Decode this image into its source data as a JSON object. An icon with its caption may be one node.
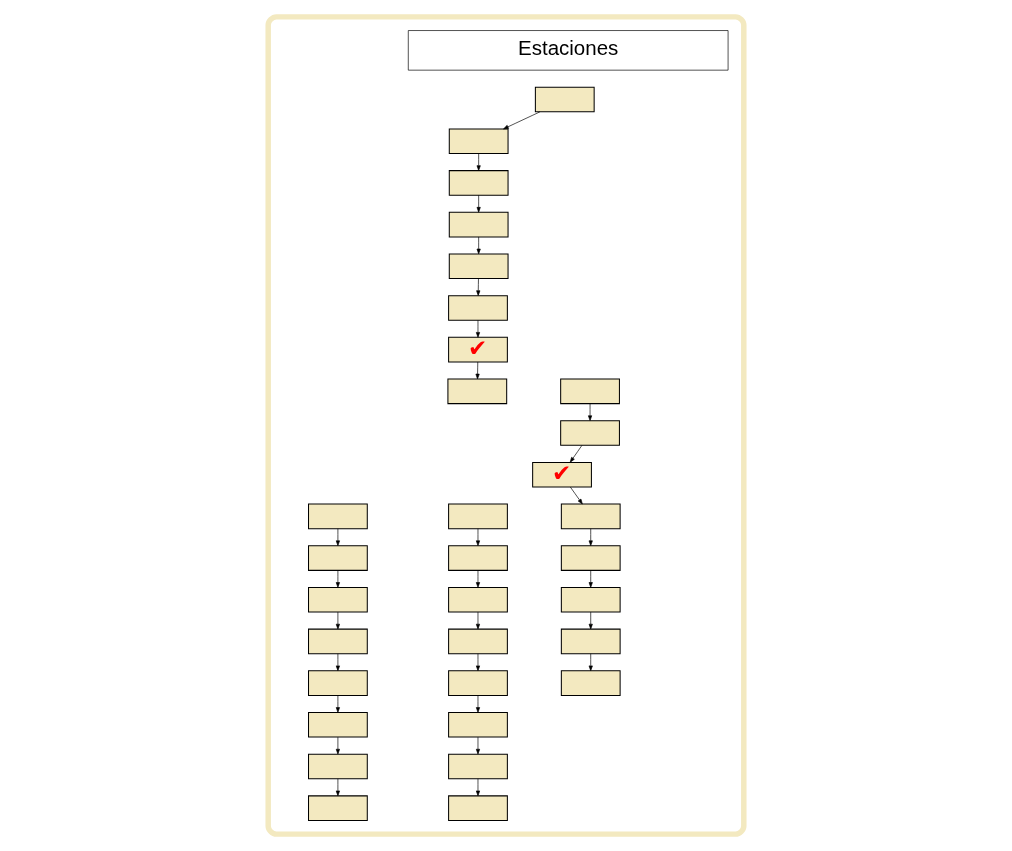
{
  "diagram": {
    "nodes": [
      {
        "text": [],
        "shape": "box"
      },
      {
        "text": [
          "Estaciones"
        ],
        "in": 0
      },
      {
        "text": [],
        "shape": "box",
        "in": 0
      },
      {
        "text": [],
        "shape": "box",
        "in": 0
      },
      {
        "text": [],
        "shape": "box",
        "in": 0
      },
      {
        "text": [],
        "shape": "box",
        "in": 0
      },
      {
        "text": [],
        "shape": "box",
        "in": 0
      },
      {
        "text": [],
        "shape": "box",
        "in": 0
      },
      {
        "text": [
          "✔"
        ],
        "in": 0
      },
      {
        "text": [],
        "shape": "box",
        "in": 0
      },
      {
        "text": [],
        "shape": "box",
        "in": 0
      },
      {
        "text": [],
        "shape": "box",
        "in": 0
      },
      {
        "text": [],
        "shape": "box",
        "in": 0
      },
      {
        "text": [],
        "shape": "box",
        "in": 0
      },
      {
        "text": [],
        "shape": "box",
        "in": 0
      },
      {
        "text": [],
        "shape": "box",
        "in": 0
      },
      {
        "text": [],
        "shape": "box",
        "in": 0
      },
      {
        "text": [],
        "shape": "box",
        "in": 0
      },
      {
        "text": [],
        "shape": "box",
        "in": 0
      },
      {
        "text": [],
        "shape": "box",
        "in": 0
      },
      {
        "text": [
          "✔"
        ],
        "in": 0
      },
      {
        "text": [],
        "shape": "box",
        "in": 0
      },
      {
        "text": [],
        "shape": "box",
        "in": 0
      },
      {
        "text": [],
        "shape": "box",
        "in": 0
      },
      {
        "text": [],
        "shape": "box",
        "in": 0
      },
      {
        "text": [],
        "shape": "box",
        "in": 0
      },
      {
        "text": [],
        "shape": "box",
        "in": 0
      },
      {
        "text": [],
        "shape": "box",
        "in": 0
      },
      {
        "text": [],
        "shape": "box",
        "in": 0
      },
      {
        "text": [],
        "shape": "box",
        "in": 0
      },
      {
        "text": [],
        "shape": "box",
        "in": 0
      },
      {
        "text": [],
        "shape": "box",
        "in": 0
      },
      {
        "text": [],
        "shape": "box",
        "in": 0
      },
      {
        "text": [],
        "shape": "box",
        "in": 0
      }
    ],
    "edges": [
      {
        "from": 2,
        "to": 3,
        "arrow": "to"
      },
      {
        "from": 3,
        "to": 4,
        "arrow": "to"
      },
      {
        "from": 4,
        "to": 5,
        "arrow": "to"
      },
      {
        "from": 5,
        "to": 6,
        "arrow": "to"
      },
      {
        "from": 6,
        "to": 7,
        "arrow": "to"
      },
      {
        "from": 7,
        "to": 8,
        "arrow": "to"
      },
      {
        "from": 8,
        "to": 9,
        "arrow": "to"
      },
      {
        "from": 10,
        "to": 11,
        "arrow": "to"
      },
      {
        "from": 11,
        "to": 12,
        "arrow": "to"
      },
      {
        "from": 12,
        "to": 13,
        "arrow": "to"
      },
      {
        "from": 13,
        "to": 14,
        "arrow": "to"
      },
      {
        "from": 14,
        "to": 15,
        "arrow": "to"
      },
      {
        "from": 15,
        "to": 16,
        "arrow": "to"
      },
      {
        "from": 16,
        "to": 17,
        "arrow": "to"
      },
      {
        "from": 18,
        "to": 19,
        "arrow": "to"
      },
      {
        "from": 19,
        "to": 20,
        "arrow": "to"
      },
      {
        "from": 20,
        "to": 21,
        "arrow": "to"
      },
      {
        "from": 21,
        "to": 22,
        "arrow": "to"
      },
      {
        "from": 22,
        "to": 23,
        "arrow": "to"
      },
      {
        "from": 23,
        "to": 24,
        "arrow": "to"
      },
      {
        "from": 24,
        "to": 25,
        "arrow": "to"
      },
      {
        "from": 26,
        "to": 27,
        "arrow": "to"
      },
      {
        "from": 27,
        "to": 28,
        "arrow": "to"
      },
      {
        "from": 28,
        "to": 29,
        "arrow": "to"
      },
      {
        "from": 29,
        "to": 30,
        "arrow": "to"
      },
      {
        "from": 30,
        "to": 31,
        "arrow": "to"
      },
      {
        "from": 31,
        "to": 32,
        "arrow": "to"
      },
      {
        "from": 32,
        "to": 33,
        "arrow": "to"
      }
    ]
  }
}
